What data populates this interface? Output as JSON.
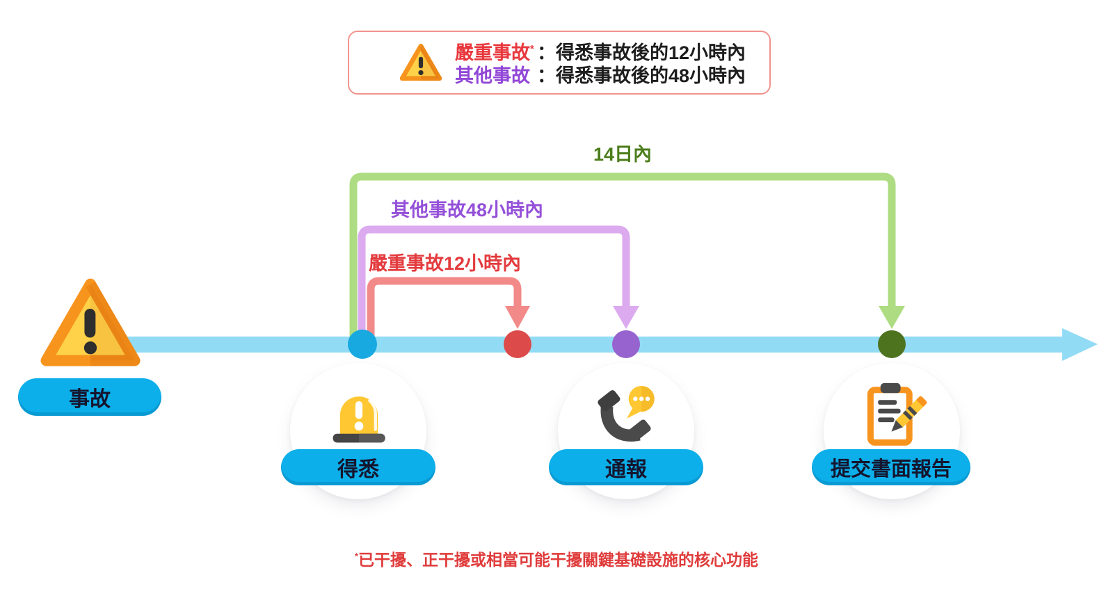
{
  "legend": {
    "serious_term": "嚴重事故",
    "serious_asterisk": "*",
    "serious_rest": "：得悉事故後的12小時內",
    "other_term": "其他事故",
    "other_rest": "：得悉事故後的48小時內"
  },
  "arrows": {
    "green_label": "14日內",
    "purple_label": "其他事故48小時內",
    "red_label": "嚴重事故12小時內"
  },
  "nodes": {
    "incident": "事故",
    "aware": "得悉",
    "notify": "通報",
    "report": "提交書面報告"
  },
  "footnote": {
    "asterisk": "*",
    "text": "已干擾、正干擾或相當可能干擾關鍵基礎設施的核心功能"
  },
  "colors": {
    "timeline_blue": "#92DBF5",
    "dot_blue": "#17A9E0",
    "dot_red": "#DC4A4A",
    "dot_purple": "#9763CE",
    "dot_green": "#4D731F",
    "bracket_green": "#AEDC82",
    "bracket_purple": "#DCAAEE",
    "bracket_red": "#F28A8A",
    "label_green": "#4C7D1B",
    "label_purple": "#9450D8",
    "label_red": "#E33B3E",
    "pill_blue": "#0CAFE9",
    "legend_border": "#F2938D",
    "warning_orange": "#F7941E",
    "warning_yellow": "#FFD24A",
    "icon_yellow": "#FFC731",
    "icon_gray": "#4A4A4A"
  }
}
